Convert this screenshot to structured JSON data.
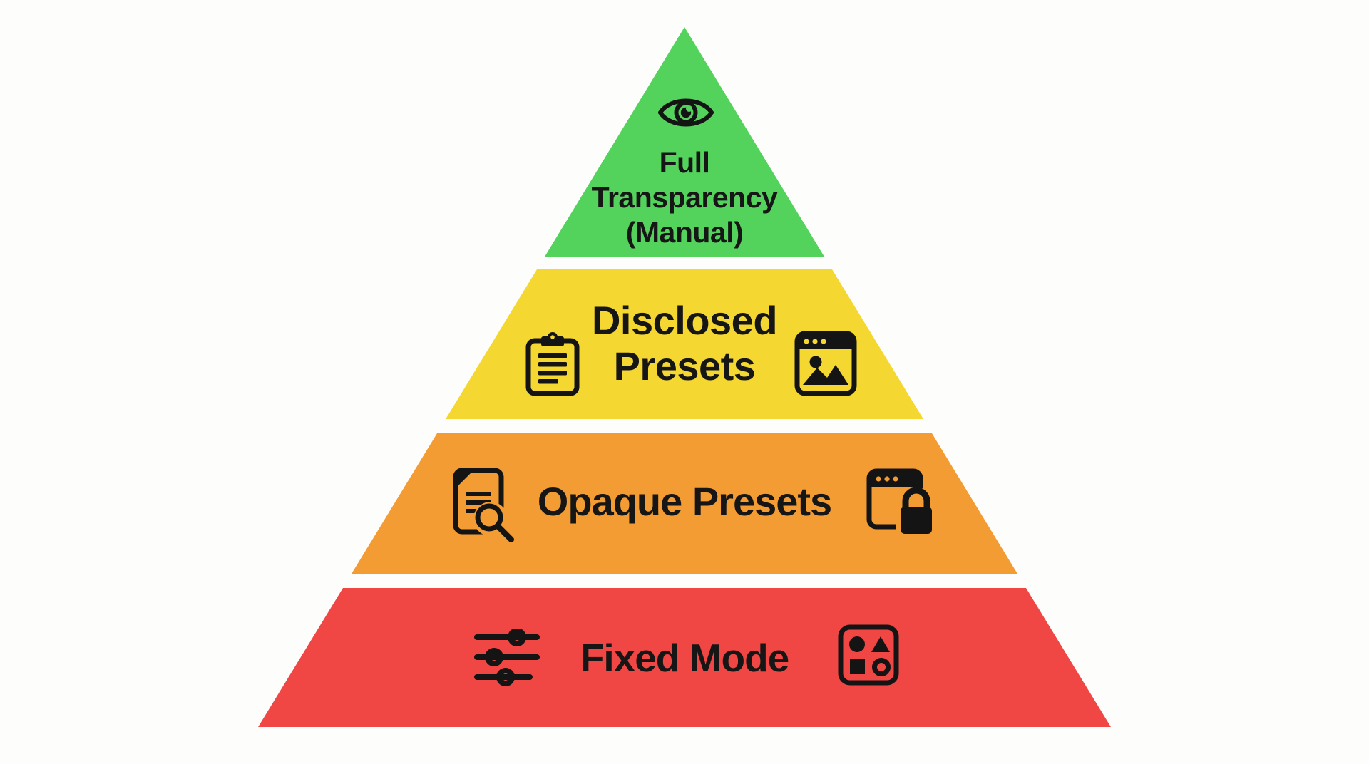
{
  "diagram": {
    "type": "pyramid",
    "background": "#fdfdfc",
    "text_color": "#161616",
    "icon_color": "#141414",
    "tiers": [
      {
        "id": "full-transparency-manual",
        "level": 1,
        "label_lines": [
          "Full",
          "Transparency",
          "(Manual)"
        ],
        "label_text": "Full Transparency (Manual)",
        "color": "#53d25c",
        "icons": [
          "eye-icon"
        ]
      },
      {
        "id": "disclosed-presets",
        "level": 2,
        "label_lines": [
          "Disclosed",
          "Presets"
        ],
        "label_text": "Disclosed Presets",
        "color": "#f5d731",
        "icons": [
          "clipboard-icon",
          "window-image-icon"
        ]
      },
      {
        "id": "opaque-presets",
        "level": 3,
        "label_lines": [
          "Opaque Presets"
        ],
        "label_text": "Opaque Presets",
        "color": "#f39c33",
        "icons": [
          "document-search-icon",
          "window-lock-icon"
        ]
      },
      {
        "id": "fixed-mode",
        "level": 4,
        "label_lines": [
          "Fixed Mode"
        ],
        "label_text": "Fixed Mode",
        "color": "#f14744",
        "icons": [
          "sliders-icon",
          "shapes-icon"
        ]
      }
    ]
  }
}
